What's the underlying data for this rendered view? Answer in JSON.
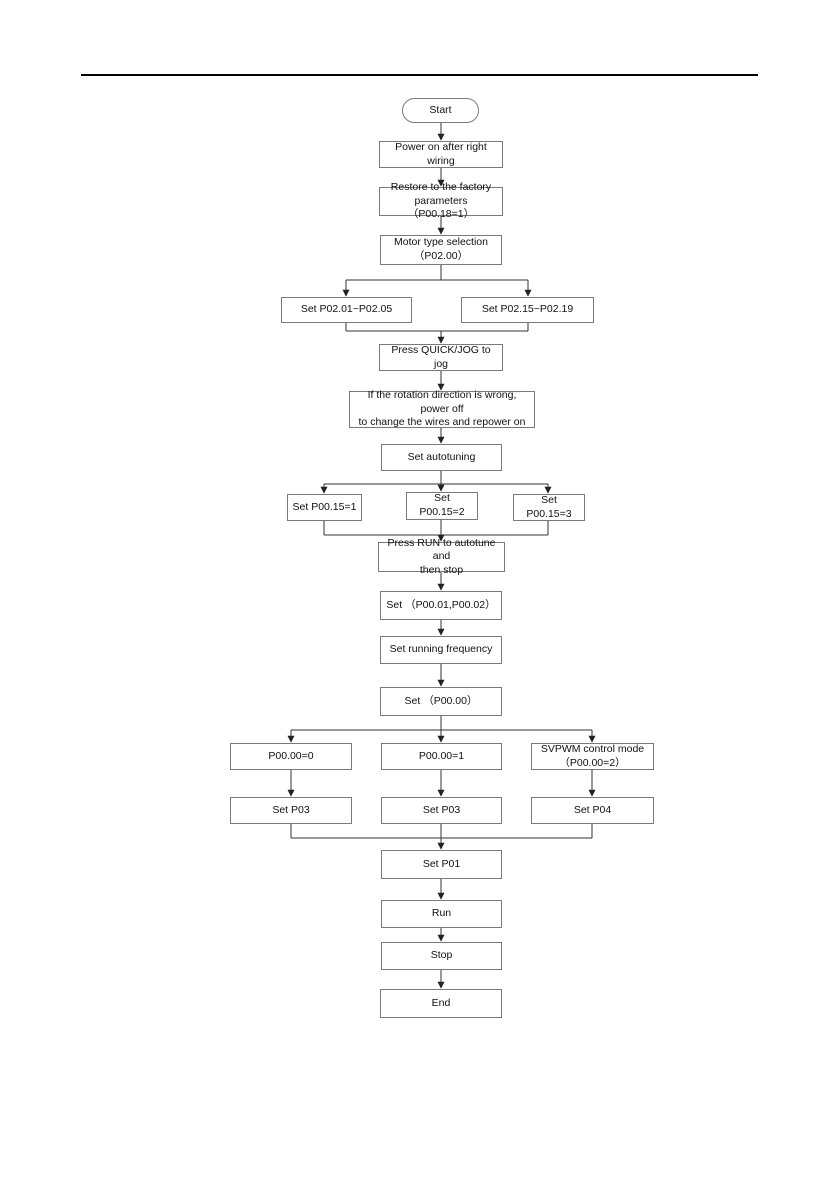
{
  "nodes": {
    "start": "Start",
    "power_on": "Power on after right wiring",
    "restore": "Restore to the factory\nparameters（P00.18=1）",
    "motor_type": "Motor type selection\n（P02.00）",
    "set_p0201": "Set P02.01~P02.05",
    "set_p0215": "Set P02.15~P02.19",
    "press_quick": "Press QUICK/JOG to jog",
    "rotation": "If the rotation direction is wrong, power off\nto change the wires and repower on",
    "set_autotuning": "Set autotuning",
    "set_p0015_1": "Set P00.15=1",
    "set_p0015_2": "Set P00.15=2",
    "set_p0015_3": "Set P00.15=3",
    "press_run": "Press RUN to autotune and\nthen stop",
    "set_p0001": "Set （P00.01,P00.02）",
    "set_running_freq": "Set running frequency",
    "set_p0000": "Set （P00.00）",
    "p0000_0": "P00.00=0",
    "p0000_1": "P00.00=1",
    "svpwm": "SVPWM control mode\n（P00.00=2）",
    "set_p03_a": "Set P03",
    "set_p03_b": "Set P03",
    "set_p04": "Set P04",
    "set_p01": "Set P01",
    "run": "Run",
    "stop": "Stop",
    "end": "End"
  }
}
